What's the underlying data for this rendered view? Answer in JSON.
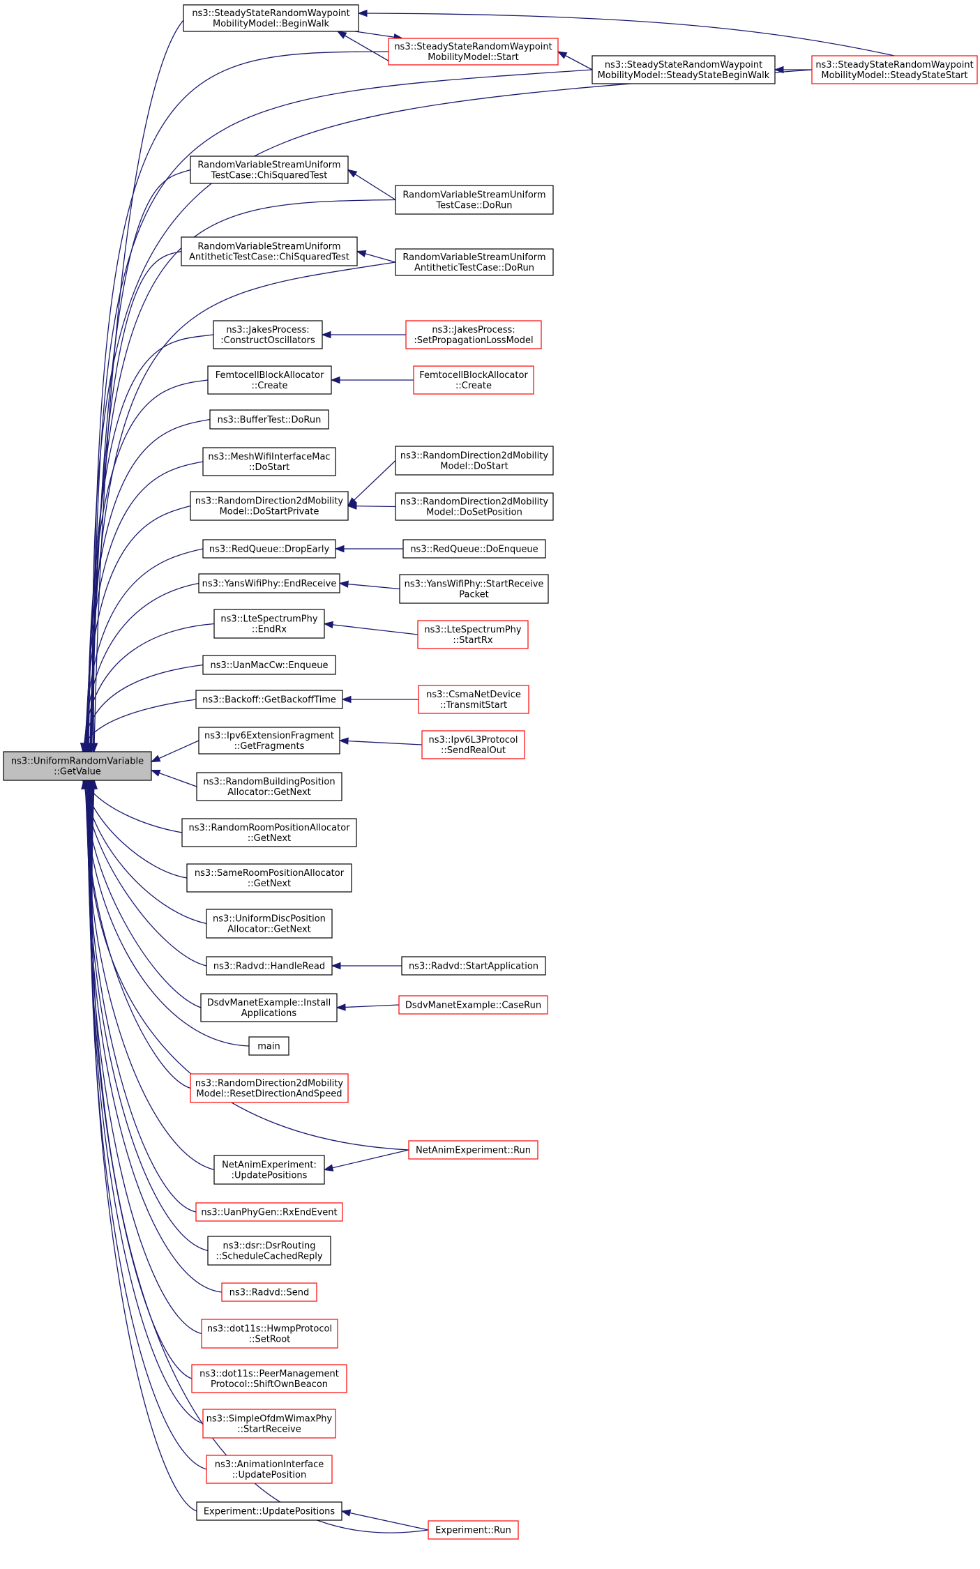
{
  "title": "ns3::UniformRandomVariable::GetValue caller graph",
  "colors": {
    "edge": "#191970",
    "border": "#000000",
    "red_border": "#ff0000",
    "root_fill": "#bfbfbf"
  },
  "nodes": [
    {
      "id": "root",
      "lines": [
        "ns3::UniformRandomVariable",
        "::GetValue"
      ],
      "style": "root"
    },
    {
      "id": "beginwalk",
      "lines": [
        "ns3::SteadyStateRandomWaypoint",
        "MobilityModel::BeginWalk"
      ],
      "style": "black"
    },
    {
      "id": "sswstart",
      "lines": [
        "ns3::SteadyStateRandomWaypoint",
        "MobilityModel::Start"
      ],
      "style": "red"
    },
    {
      "id": "ssbeginwalk",
      "lines": [
        "ns3::SteadyStateRandomWaypoint",
        "MobilityModel::SteadyStateBeginWalk"
      ],
      "style": "black"
    },
    {
      "id": "ssstart",
      "lines": [
        "ns3::SteadyStateRandomWaypoint",
        "MobilityModel::SteadyStateStart"
      ],
      "style": "red"
    },
    {
      "id": "chisq",
      "lines": [
        "RandomVariableStreamUniform",
        "TestCase::ChiSquaredTest"
      ],
      "style": "black"
    },
    {
      "id": "unifdorun",
      "lines": [
        "RandomVariableStreamUniform",
        "TestCase::DoRun"
      ],
      "style": "black"
    },
    {
      "id": "antichisq",
      "lines": [
        "RandomVariableStreamUniform",
        "AntitheticTestCase::ChiSquaredTest"
      ],
      "style": "black"
    },
    {
      "id": "antidorun",
      "lines": [
        "RandomVariableStreamUniform",
        "AntitheticTestCase::DoRun"
      ],
      "style": "black"
    },
    {
      "id": "jakescons",
      "lines": [
        "ns3::JakesProcess:",
        ":ConstructOscillators"
      ],
      "style": "black"
    },
    {
      "id": "jakesset",
      "lines": [
        "ns3::JakesProcess:",
        ":SetPropagationLossModel"
      ],
      "style": "red"
    },
    {
      "id": "femtocreate",
      "lines": [
        "FemtocellBlockAllocator",
        "::Create"
      ],
      "style": "black"
    },
    {
      "id": "femtocreate2",
      "lines": [
        "FemtocellBlockAllocator",
        "::Create"
      ],
      "style": "red"
    },
    {
      "id": "buffertest",
      "lines": [
        "ns3::BufferTest::DoRun"
      ],
      "style": "black"
    },
    {
      "id": "meshstart",
      "lines": [
        "ns3::MeshWifiInterfaceMac",
        "::DoStart"
      ],
      "style": "black"
    },
    {
      "id": "rd2dstartpriv",
      "lines": [
        "ns3::RandomDirection2dMobility",
        "Model::DoStartPrivate"
      ],
      "style": "black"
    },
    {
      "id": "rd2dstart",
      "lines": [
        "ns3::RandomDirection2dMobility",
        "Model::DoStart"
      ],
      "style": "black"
    },
    {
      "id": "rd2dsetpos",
      "lines": [
        "ns3::RandomDirection2dMobility",
        "Model::DoSetPosition"
      ],
      "style": "black"
    },
    {
      "id": "reddrop",
      "lines": [
        "ns3::RedQueue::DropEarly"
      ],
      "style": "black"
    },
    {
      "id": "redenq",
      "lines": [
        "ns3::RedQueue::DoEnqueue"
      ],
      "style": "black"
    },
    {
      "id": "yansend",
      "lines": [
        "ns3::YansWifiPhy::EndReceive"
      ],
      "style": "black"
    },
    {
      "id": "yansstart",
      "lines": [
        "ns3::YansWifiPhy::StartReceive",
        "Packet"
      ],
      "style": "black"
    },
    {
      "id": "lteendrx",
      "lines": [
        "ns3::LteSpectrumPhy",
        "::EndRx"
      ],
      "style": "black"
    },
    {
      "id": "ltestartrx",
      "lines": [
        "ns3::LteSpectrumPhy",
        "::StartRx"
      ],
      "style": "red"
    },
    {
      "id": "uanenq",
      "lines": [
        "ns3::UanMacCw::Enqueue"
      ],
      "style": "black"
    },
    {
      "id": "backoff",
      "lines": [
        "ns3::Backoff::GetBackoffTime"
      ],
      "style": "black"
    },
    {
      "id": "csmatx",
      "lines": [
        "ns3::CsmaNetDevice",
        "::TransmitStart"
      ],
      "style": "red"
    },
    {
      "id": "ipv6frag",
      "lines": [
        "ns3::Ipv6ExtensionFragment",
        "::GetFragments"
      ],
      "style": "black"
    },
    {
      "id": "ipv6send",
      "lines": [
        "ns3::Ipv6L3Protocol",
        "::SendRealOut"
      ],
      "style": "red"
    },
    {
      "id": "rbpa",
      "lines": [
        "ns3::RandomBuildingPosition",
        "Allocator::GetNext"
      ],
      "style": "black"
    },
    {
      "id": "rrpa",
      "lines": [
        "ns3::RandomRoomPositionAllocator",
        "::GetNext"
      ],
      "style": "black"
    },
    {
      "id": "srpa",
      "lines": [
        "ns3::SameRoomPositionAllocator",
        "::GetNext"
      ],
      "style": "black"
    },
    {
      "id": "udpa",
      "lines": [
        "ns3::UniformDiscPosition",
        "Allocator::GetNext"
      ],
      "style": "black"
    },
    {
      "id": "radvdread",
      "lines": [
        "ns3::Radvd::HandleRead"
      ],
      "style": "black"
    },
    {
      "id": "radvdstart",
      "lines": [
        "ns3::Radvd::StartApplication"
      ],
      "style": "black"
    },
    {
      "id": "dsdvinstall",
      "lines": [
        "DsdvManetExample::Install",
        "Applications"
      ],
      "style": "black"
    },
    {
      "id": "dsdvcase",
      "lines": [
        "DsdvManetExample::CaseRun"
      ],
      "style": "red"
    },
    {
      "id": "main",
      "lines": [
        "main"
      ],
      "style": "black"
    },
    {
      "id": "rd2dreset",
      "lines": [
        "ns3::RandomDirection2dMobility",
        "Model::ResetDirectionAndSpeed"
      ],
      "style": "red"
    },
    {
      "id": "netanimrun",
      "lines": [
        "NetAnimExperiment::Run"
      ],
      "style": "red"
    },
    {
      "id": "netanimupd",
      "lines": [
        "NetAnimExperiment:",
        ":UpdatePositions"
      ],
      "style": "black"
    },
    {
      "id": "uanrxend",
      "lines": [
        "ns3::UanPhyGen::RxEndEvent"
      ],
      "style": "red"
    },
    {
      "id": "dsrsched",
      "lines": [
        "ns3::dsr::DsrRouting",
        "::ScheduleCachedReply"
      ],
      "style": "black"
    },
    {
      "id": "radvdsend",
      "lines": [
        "ns3::Radvd::Send"
      ],
      "style": "red"
    },
    {
      "id": "hwmpsetroot",
      "lines": [
        "ns3::dot11s::HwmpProtocol",
        "::SetRoot"
      ],
      "style": "red"
    },
    {
      "id": "peershift",
      "lines": [
        "ns3::dot11s::PeerManagement",
        "Protocol::ShiftOwnBeacon"
      ],
      "style": "red"
    },
    {
      "id": "wimaxrecv",
      "lines": [
        "ns3::SimpleOfdmWimaxPhy",
        "::StartReceive"
      ],
      "style": "red"
    },
    {
      "id": "animupd",
      "lines": [
        "ns3::AnimationInterface",
        "::UpdatePosition"
      ],
      "style": "red"
    },
    {
      "id": "expupd",
      "lines": [
        "Experiment::UpdatePositions"
      ],
      "style": "black"
    },
    {
      "id": "exprun",
      "lines": [
        "Experiment::Run"
      ],
      "style": "red"
    }
  ]
}
